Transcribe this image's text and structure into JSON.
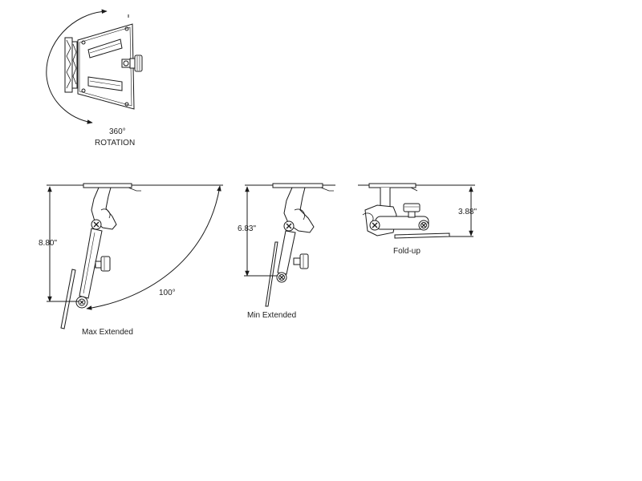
{
  "rotation": {
    "angle_label": "360°",
    "caption": "ROTATION"
  },
  "max_extended": {
    "height_label": "8.80\"",
    "angle_label": "100°",
    "caption": "Max Extended"
  },
  "min_extended": {
    "height_label": "6.83\"",
    "caption": "Min Extended"
  },
  "fold_up": {
    "height_label": "3.88\"",
    "caption": "Fold-up"
  },
  "colors": {
    "line": "#1a1a1a",
    "fill": "#ffffff",
    "shade": "#cfcfcf"
  }
}
